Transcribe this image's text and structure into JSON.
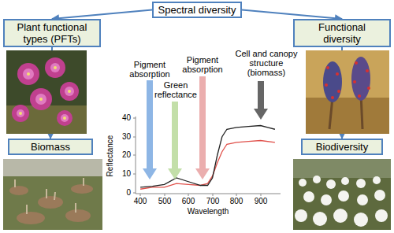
{
  "diagram": {
    "nodes": [
      {
        "text": [
          "Spectral diversity"
        ]
      },
      {
        "text": [
          "Plant functional types (PFTs)"
        ]
      },
      {
        "text": [
          "Functional diversity"
        ]
      },
      {
        "text": [
          "Biomass"
        ]
      },
      {
        "text": [
          "Biodiversity"
        ]
      }
    ],
    "edges": [
      {
        "from": 0,
        "to": 1,
        "arrow": "to"
      },
      {
        "from": 0,
        "to": 2,
        "arrow": "to"
      },
      {
        "from": 1,
        "to": 3,
        "arrow": "to"
      },
      {
        "from": 2,
        "to": 4,
        "arrow": "to"
      }
    ],
    "labels": [
      "Pigment absorption",
      "Green reflectance",
      "Pigment absorption",
      "Cell and canopy structure (biomass)",
      "40",
      "30",
      "20",
      "10",
      "0",
      "400",
      "500",
      "600",
      "700",
      "800",
      "900",
      "Reflectance",
      "Wavelength"
    ]
  }
}
